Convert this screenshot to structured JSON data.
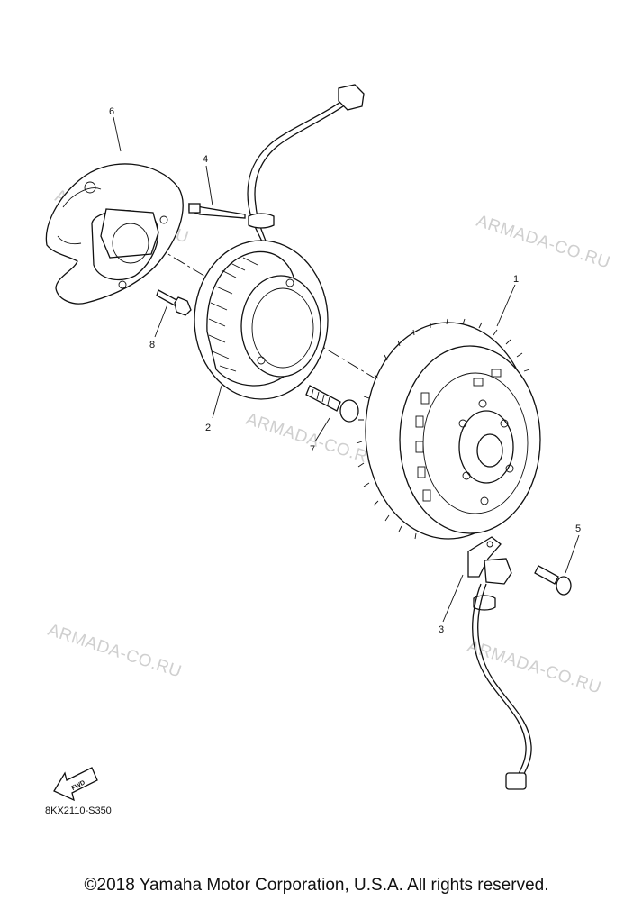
{
  "callouts": [
    "1",
    "2",
    "3",
    "4",
    "5",
    "6",
    "7",
    "8"
  ],
  "watermark": "ARMADA-CO.RU",
  "arrow_label": "FWD",
  "diagram_code": "8KX2110-S350",
  "copyright": "©2018 Yamaha Motor Corporation, U.S.A. All rights reserved."
}
